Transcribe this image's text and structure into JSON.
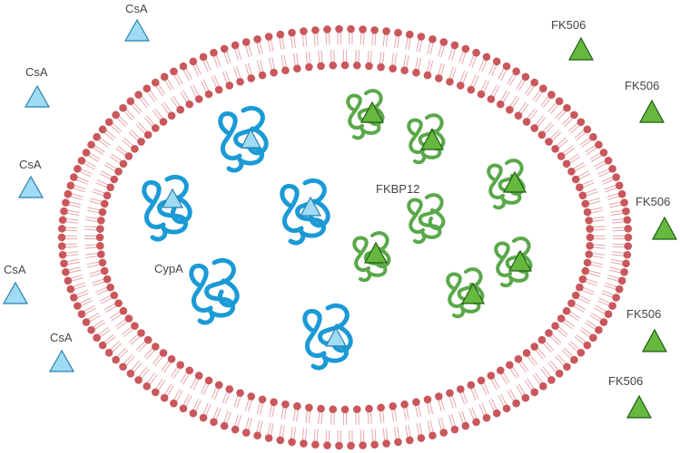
{
  "labels": {
    "csa": "CsA",
    "fk506": "FK506",
    "cypa": "CypA",
    "fkbp12": "FKBP12"
  },
  "colors": {
    "membrane_head": "#c9575c",
    "membrane_tail": "#e8a6a9",
    "cypa_protein": "#1b9ad6",
    "csa_triangle": "#9fdcf3",
    "fkbp12_protein": "#5aa84a",
    "fk506_triangle": "#66b83e",
    "text": "#444444"
  },
  "icons": {
    "cypa": "protein-ribbon-blue",
    "fkbp12": "protein-ribbon-green",
    "csa": "triangle-light-blue",
    "fk506": "triangle-green",
    "membrane": "lipid-bilayer"
  }
}
